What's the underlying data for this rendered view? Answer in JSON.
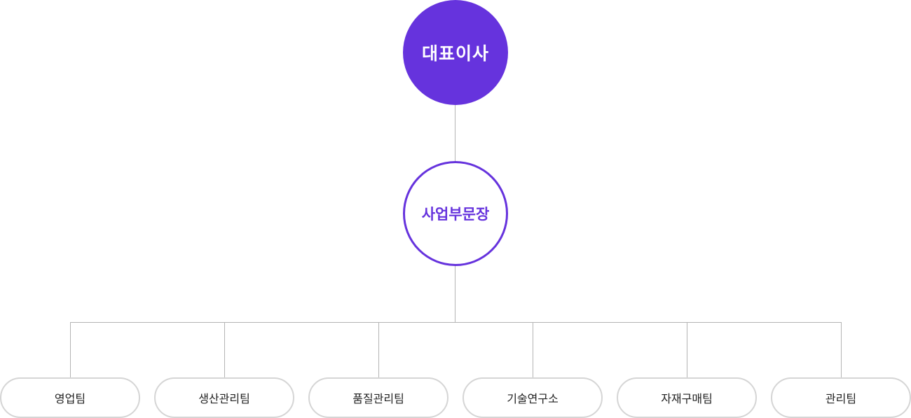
{
  "chart": {
    "ceo": {
      "label": "대표이사"
    },
    "division": {
      "label": "사업부문장"
    },
    "teams": [
      {
        "label": "영업팀"
      },
      {
        "label": "생산관리팀"
      },
      {
        "label": "품질관리팀"
      },
      {
        "label": "기술연구소"
      },
      {
        "label": "자재구매팀"
      },
      {
        "label": "관리팀"
      }
    ]
  },
  "colors": {
    "accent": "#6633dd",
    "connector": "#b4b4b4",
    "team_border": "#d5d5d5"
  }
}
